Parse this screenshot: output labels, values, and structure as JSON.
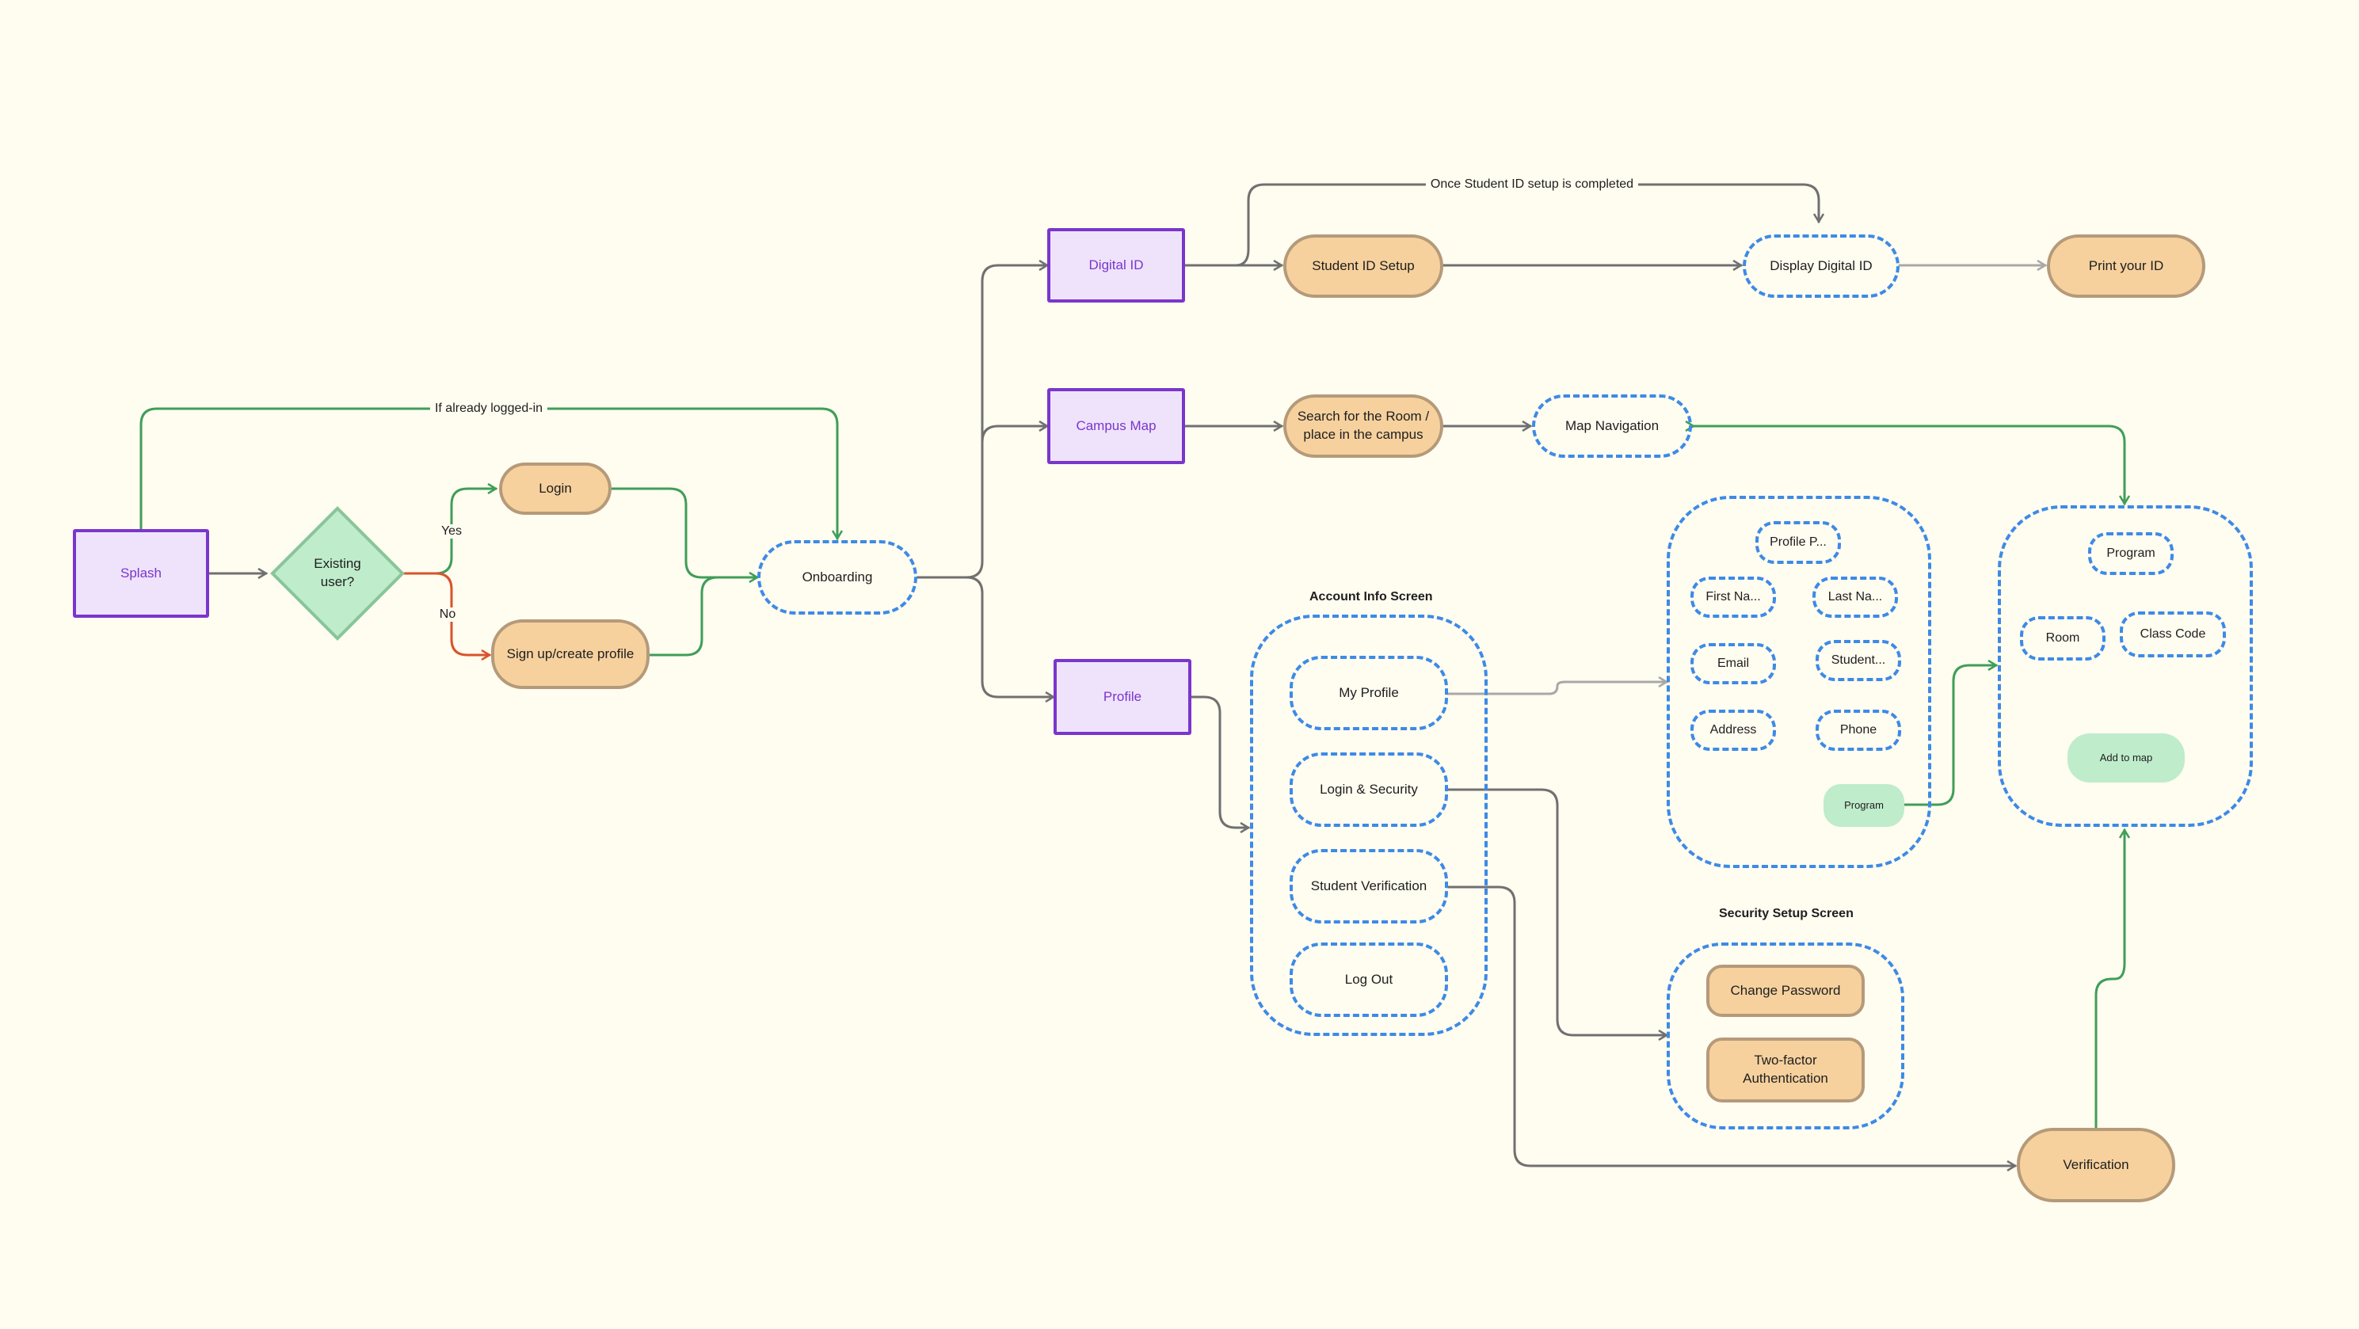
{
  "nodes": {
    "splash": "Splash",
    "existing_user": "Existing user?",
    "login": "Login",
    "signup": "Sign up/create profile",
    "onboarding": "Onboarding",
    "digital_id": "Digital ID",
    "campus_map": "Campus Map",
    "profile": "Profile",
    "student_id_setup": "Student ID Setup",
    "display_digital_id": "Display Digital ID",
    "print_id": "Print your ID",
    "search_room": "Search for the Room / place in the campus",
    "map_navigation": "Map Navigation",
    "my_profile": "My Profile",
    "login_security": "Login & Security",
    "student_verification": "Student Verification",
    "log_out": "Log Out",
    "profile_p": "Profile P...",
    "first_na": "First Na...",
    "last_na": "Last Na...",
    "email": "Email",
    "student_trunc": "Student...",
    "address": "Address",
    "phone": "Phone",
    "program_green": "Program",
    "program": "Program",
    "room": "Room",
    "class_code": "Class Code",
    "add_to_map": "Add to map",
    "change_password": "Change Password",
    "two_factor": "Two-factor Authentication",
    "verification": "Verification"
  },
  "titles": {
    "account_info": "Account Info Screen",
    "security_setup": "Security Setup Screen"
  },
  "edge_labels": {
    "logged_in": "If already logged-in",
    "yes": "Yes",
    "no": "No",
    "student_id_completed": "Once Student ID setup is completed"
  },
  "colors": {
    "gray_line": "#707070",
    "light_gray_line": "#a8a8a8",
    "green_line": "#3f9e58",
    "red_line": "#d9532c"
  }
}
